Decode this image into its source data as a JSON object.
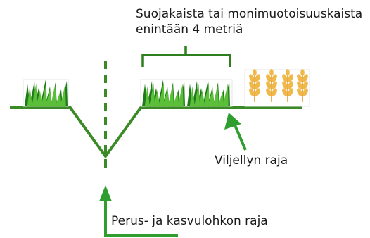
{
  "labels": {
    "buffer_strip_line1": "Suojakaista tai monimuotoisuuskaista",
    "buffer_strip_line2": "enintään 4 metriä",
    "cultivation_boundary": "Viljellyn raja",
    "parcel_boundary": "Perus- ja kasvulohkon raja"
  },
  "colors": {
    "line_green": "#3a8a26",
    "arrow_green": "#2f9e2f",
    "grass_dark": "#1f7a1a",
    "grass_light": "#5cbf3a",
    "wheat": "#f0b84a",
    "text": "#1a1a1a"
  },
  "icons": {
    "grass_left": "grass-tuft-icon",
    "grass_right": "grass-tuft-icon",
    "wheat": "wheat-icon"
  }
}
